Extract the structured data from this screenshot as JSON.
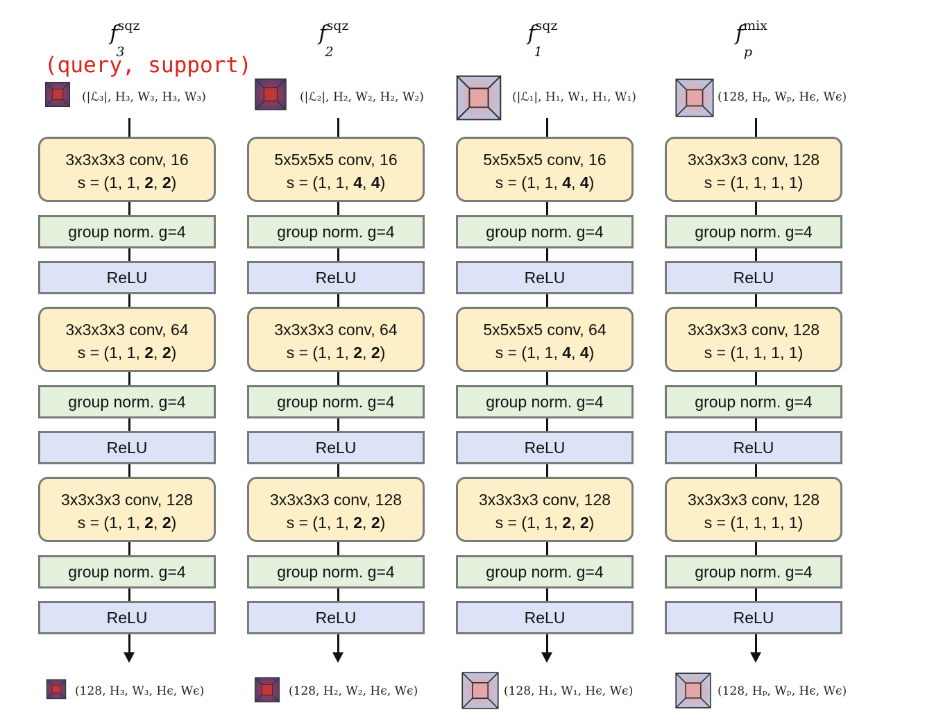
{
  "annotation": "(query, support)",
  "columns": [
    {
      "title": {
        "base": "f",
        "sup": "sqz",
        "sub": "3"
      },
      "input_shape": "(|ℒ₃|, H₃, W₃, H₃, W₃)",
      "output_shape": "(128, H₃, W₃, Hϵ, Wϵ)",
      "conv": [
        {
          "line1": "3x3x3x3 conv, 16",
          "s_prefix": "s = (1, 1, ",
          "s_a": "2",
          "s_sep": ", ",
          "s_b": "2",
          "s_suffix": ")"
        },
        {
          "line1": "3x3x3x3 conv, 64",
          "s_prefix": "s = (1, 1, ",
          "s_a": "2",
          "s_sep": ", ",
          "s_b": "2",
          "s_suffix": ")"
        },
        {
          "line1": "3x3x3x3 conv, 128",
          "s_prefix": "s = (1, 1, ",
          "s_a": "2",
          "s_sep": ", ",
          "s_b": "2",
          "s_suffix": ")"
        }
      ]
    },
    {
      "title": {
        "base": "f",
        "sup": "sqz",
        "sub": "2"
      },
      "input_shape": "(|ℒ₂|, H₂, W₂, H₂, W₂)",
      "output_shape": "(128, H₂, W₂, Hϵ, Wϵ)",
      "conv": [
        {
          "line1": "5x5x5x5 conv, 16",
          "s_prefix": "s = (1, 1, ",
          "s_a": "4",
          "s_sep": ", ",
          "s_b": "4",
          "s_suffix": ")"
        },
        {
          "line1": "3x3x3x3 conv, 64",
          "s_prefix": "s = (1, 1, ",
          "s_a": "2",
          "s_sep": ", ",
          "s_b": "2",
          "s_suffix": ")"
        },
        {
          "line1": "3x3x3x3 conv, 128",
          "s_prefix": "s = (1, 1, ",
          "s_a": "2",
          "s_sep": ", ",
          "s_b": "2",
          "s_suffix": ")"
        }
      ]
    },
    {
      "title": {
        "base": "f",
        "sup": "sqz",
        "sub": "1"
      },
      "input_shape": "(|ℒ₁|, H₁, W₁, H₁, W₁)",
      "output_shape": "(128, H₁, W₁, Hϵ, Wϵ)",
      "conv": [
        {
          "line1": "5x5x5x5 conv, 16",
          "s_prefix": "s = (1, 1, ",
          "s_a": "4",
          "s_sep": ", ",
          "s_b": "4",
          "s_suffix": ")"
        },
        {
          "line1": "5x5x5x5 conv, 64",
          "s_prefix": "s = (1, 1, ",
          "s_a": "4",
          "s_sep": ", ",
          "s_b": "4",
          "s_suffix": ")"
        },
        {
          "line1": "3x3x3x3 conv, 128",
          "s_prefix": "s = (1, 1, ",
          "s_a": "2",
          "s_sep": ", ",
          "s_b": "2",
          "s_suffix": ")"
        }
      ]
    },
    {
      "title": {
        "base": "f",
        "sup": "mix",
        "sub": "p"
      },
      "input_shape": "(128, Hₚ, Wₚ, Hϵ, Wϵ)",
      "output_shape": "(128, Hₚ, Wₚ, Hϵ, Wϵ)",
      "conv": [
        {
          "line1": "3x3x3x3 conv, 128",
          "s_prefix": "s = (1, 1, 1, 1)",
          "s_a": "",
          "s_sep": "",
          "s_b": "",
          "s_suffix": ""
        },
        {
          "line1": "3x3x3x3 conv, 128",
          "s_prefix": "s = (1, 1, 1, 1)",
          "s_a": "",
          "s_sep": "",
          "s_b": "",
          "s_suffix": ""
        },
        {
          "line1": "3x3x3x3 conv, 128",
          "s_prefix": "s = (1, 1, 1, 1)",
          "s_a": "",
          "s_sep": "",
          "s_b": "",
          "s_suffix": ""
        }
      ]
    }
  ],
  "norm_label": "group norm. g=4",
  "relu_label": "ReLU",
  "colors": {
    "conv_fill": "#fdf0c8",
    "norm_fill": "#e3f1dd",
    "relu_fill": "#dde3f6",
    "box_border": "#7a7a7a",
    "annotation": "#e0221b",
    "cube_red": "#d63c3c",
    "cube_blue": "#a8bcdc"
  }
}
